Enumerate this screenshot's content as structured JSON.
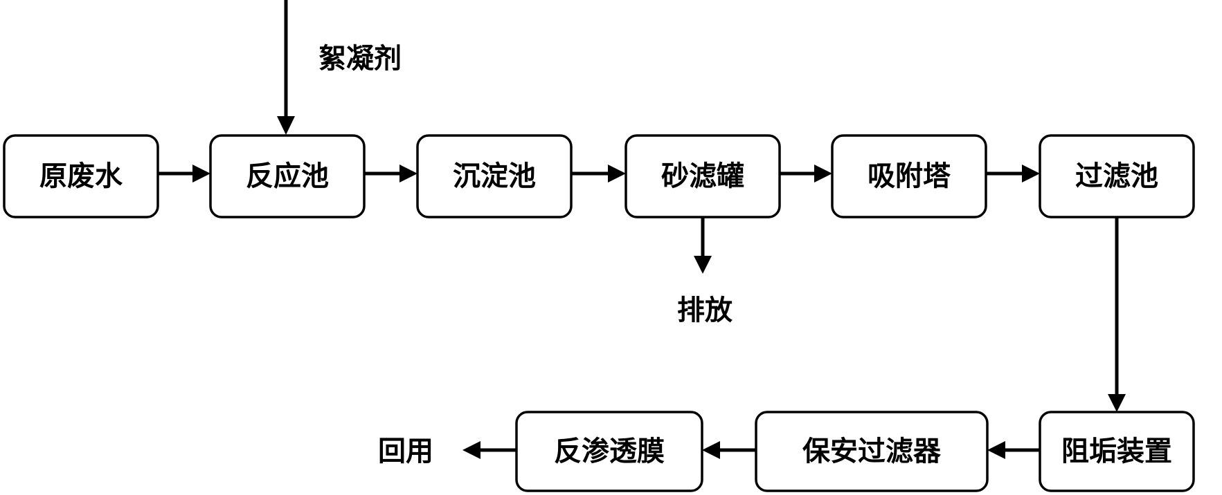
{
  "nodes": {
    "raw_wastewater": "原废水",
    "reaction_tank": "反应池",
    "sedimentation_tank": "沉淀池",
    "sand_filter_tank": "砂滤罐",
    "adsorption_tower": "吸附塔",
    "filter_tank": "过滤池",
    "antiscale_device": "阻垢装置",
    "security_filter": "保安过滤器",
    "ro_membrane": "反渗透膜"
  },
  "labels": {
    "flocculant": "絮凝剂",
    "discharge": "排放",
    "reuse": "回用"
  },
  "colors": {
    "stroke": "#000000",
    "background": "#ffffff"
  }
}
